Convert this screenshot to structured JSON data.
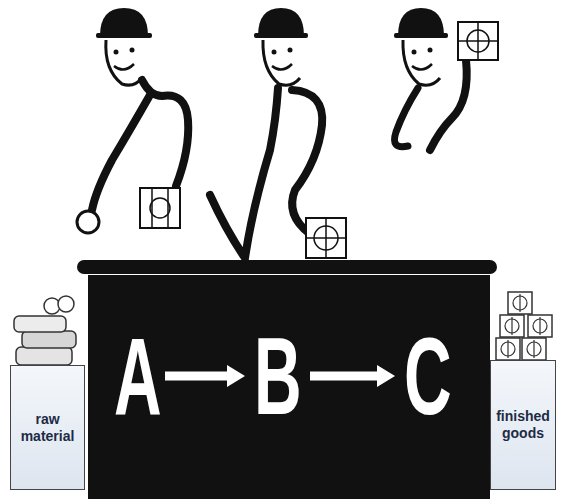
{
  "diagram": {
    "nodes": [
      {
        "text": [
          "raw material"
        ]
      },
      {
        "text": [
          "A"
        ]
      },
      {
        "text": [
          "B"
        ]
      },
      {
        "text": [
          "C"
        ]
      },
      {
        "text": [
          "finished goods"
        ]
      }
    ],
    "edges": [
      {
        "from": 1,
        "to": 2,
        "arrow": "to"
      },
      {
        "from": 2,
        "to": 3,
        "arrow": "to"
      }
    ]
  }
}
